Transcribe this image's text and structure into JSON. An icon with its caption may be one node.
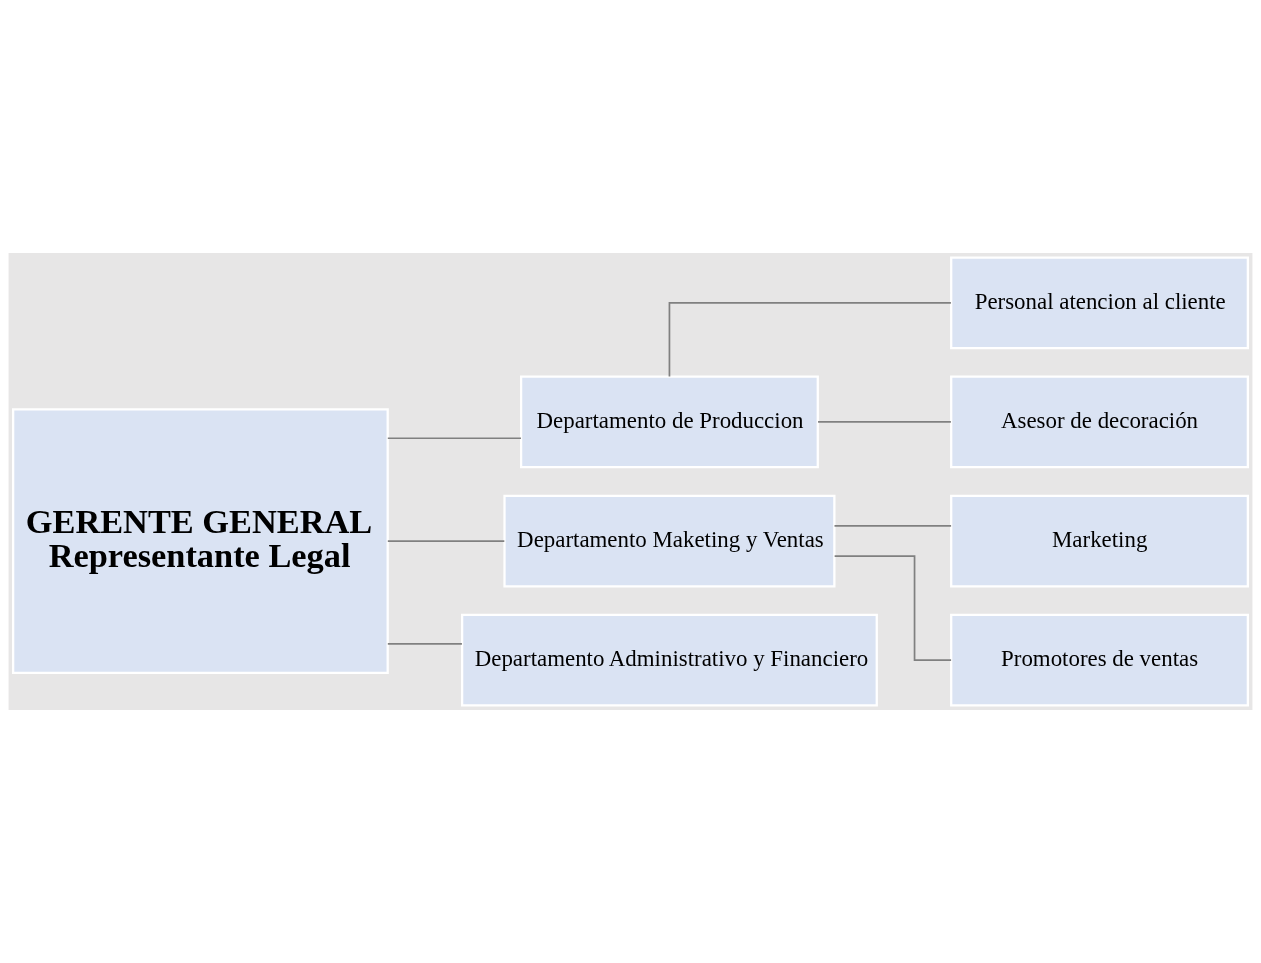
{
  "diagram": {
    "nodes": [
      {
        "text": [
          "GERENTE GENERAL",
          "Representante Legal"
        ]
      },
      {
        "text": [
          "Departamento de Produccion"
        ]
      },
      {
        "text": [
          "Departamento Maketing y Ventas"
        ]
      },
      {
        "text": [
          "Departamento Administrativo y Financiero"
        ]
      },
      {
        "text": [
          "Personal atencion al cliente"
        ]
      },
      {
        "text": [
          "Asesor de decoración"
        ]
      },
      {
        "text": [
          "Marketing"
        ]
      },
      {
        "text": [
          "Promotores de ventas"
        ]
      }
    ],
    "edges": [
      {
        "from": 0,
        "to": 1,
        "arrow": "none"
      },
      {
        "from": 0,
        "to": 2,
        "arrow": "none"
      },
      {
        "from": 0,
        "to": 3,
        "arrow": "none"
      },
      {
        "from": 1,
        "to": 4,
        "arrow": "none"
      },
      {
        "from": 1,
        "to": 5,
        "arrow": "none"
      },
      {
        "from": 2,
        "to": 6,
        "arrow": "none"
      },
      {
        "from": 2,
        "to": 7,
        "arrow": "none"
      }
    ]
  }
}
